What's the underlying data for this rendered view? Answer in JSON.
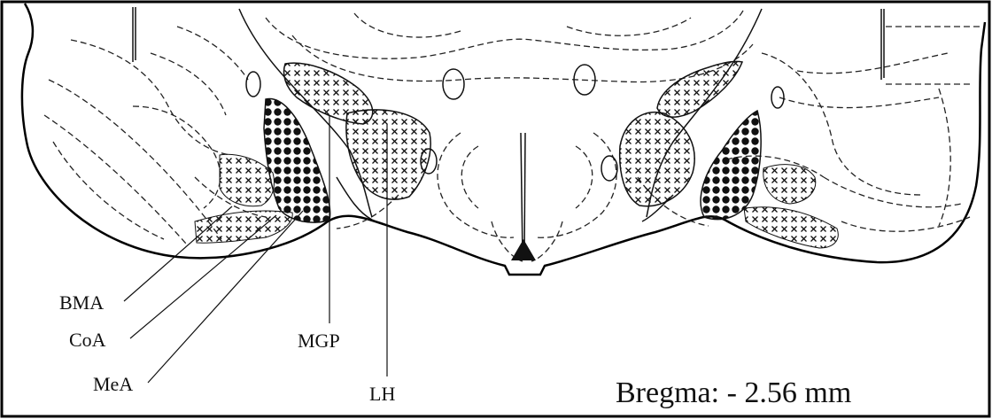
{
  "labels": {
    "bma": "BMA",
    "coa": "CoA",
    "mea": "MeA",
    "mgp": "MGP",
    "lh": "LH"
  },
  "caption": "Bregma: - 2.56 mm",
  "colors": {
    "ink": "#111111",
    "background": "#ffffff"
  }
}
